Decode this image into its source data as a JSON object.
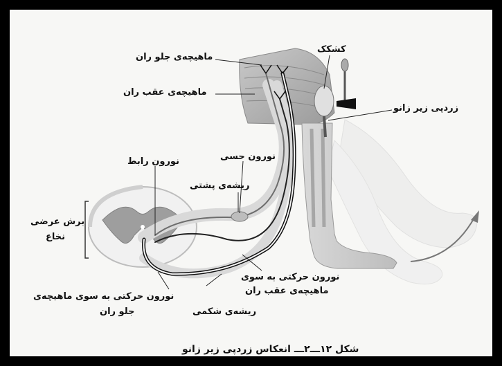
{
  "labels": {
    "quadriceps": "ماهیچه‌ی جلو ران",
    "hamstring": "ماهیچه‌ی عقب ران",
    "kneecap": "کشکک",
    "patellar_tendon": "زردپی زیر زانو",
    "sensory_neuron": "نورون حسی",
    "interneuron": "نورون رابط",
    "dorsal_root": "ریشه‌ی پشتی",
    "cross_section_1": "برش عرضی",
    "cross_section_2": "نخاع",
    "motor_to_hamstring_1": "نورون حرکتی به سوی",
    "motor_to_hamstring_2": "ماهیچه‌ی عقب ران",
    "motor_to_quad_1": "نورون حرکتی به سوی ماهیچه‌ی",
    "motor_to_quad_2": "جلو ران",
    "ventral_root": "ریشه‌ی شکمی"
  },
  "caption": "شکل ۱۲ـــ۲ـــ انعکاس زردپی زیر زانو"
}
